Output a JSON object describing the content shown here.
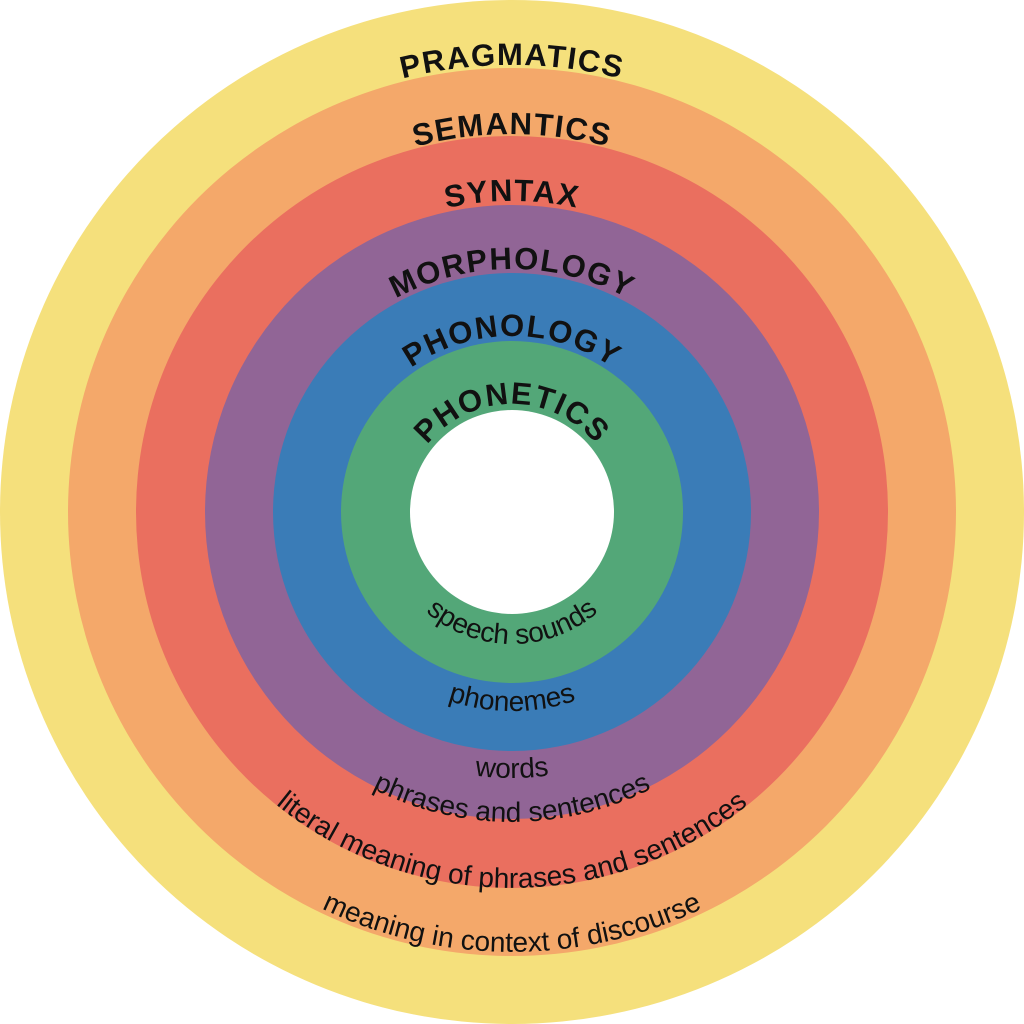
{
  "diagram": {
    "layers": [
      {
        "id": "pragmatics",
        "title": "PRAGMATICS",
        "description": "meaning in context of discourse",
        "color": "#F5E07C"
      },
      {
        "id": "semantics",
        "title": "SEMANTICS",
        "description": "literal meaning of phrases and sentences",
        "color": "#F4A86A"
      },
      {
        "id": "syntax",
        "title": "SYNTAX",
        "description": "phrases and sentences",
        "color": "#EA6F5F"
      },
      {
        "id": "morphology",
        "title": "MORPHOLOGY",
        "description": "words",
        "color": "#916596"
      },
      {
        "id": "phonology",
        "title": "PHONOLOGY",
        "description": "phonemes",
        "color": "#3A7CB7"
      },
      {
        "id": "phonetics",
        "title": "PHONETICS",
        "description": "speech sounds",
        "color": "#53A778"
      }
    ],
    "center_color": "#FFFFFF"
  }
}
